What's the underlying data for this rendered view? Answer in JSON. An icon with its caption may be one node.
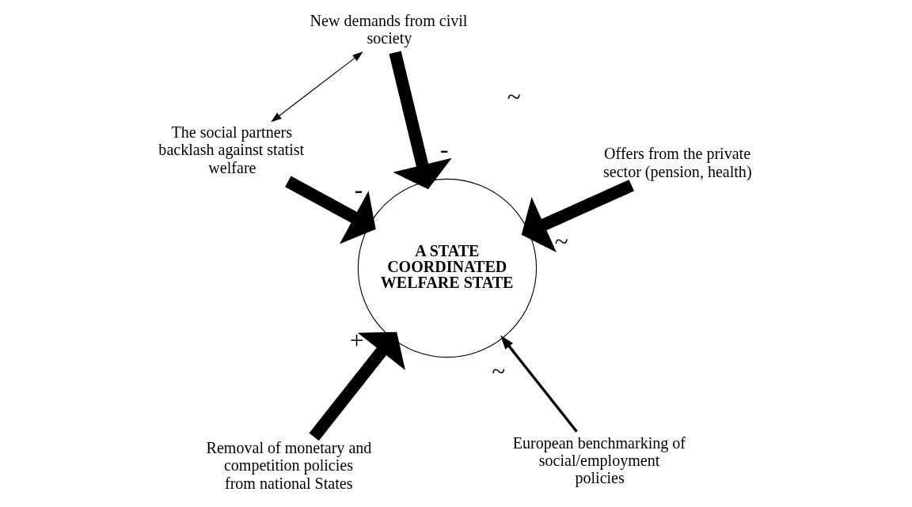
{
  "diagram": {
    "nodes": [
      {
        "text": [
          "A STATE COORDINATED WELFARE STATE"
        ]
      },
      {
        "text": [
          "European benchmarking of social/employment policies"
        ]
      },
      {
        "text": [
          "Removal of monetary and competition policies from national States"
        ]
      },
      {
        "text": [
          "The social partners backlash against statist welfare"
        ]
      },
      {
        "text": [
          "Offers from the private sector (pension, health)"
        ]
      },
      {
        "text": [
          "New demands from civil society"
        ]
      }
    ],
    "edges": [
      {
        "from": 1,
        "to": 0,
        "arrow": "to",
        "label": "~"
      },
      {
        "from": 2,
        "to": 0,
        "arrow": "to",
        "label": "+"
      },
      {
        "from": 3,
        "to": 0,
        "arrow": "to",
        "label": "-"
      },
      {
        "from": 4,
        "to": 0,
        "arrow": "to",
        "label": "~"
      },
      {
        "from": 5,
        "to": 0,
        "arrow": "to",
        "label": "-"
      },
      {
        "from": 3,
        "to": 5,
        "arrow": "both"
      }
    ],
    "labels": [
      "~"
    ]
  }
}
